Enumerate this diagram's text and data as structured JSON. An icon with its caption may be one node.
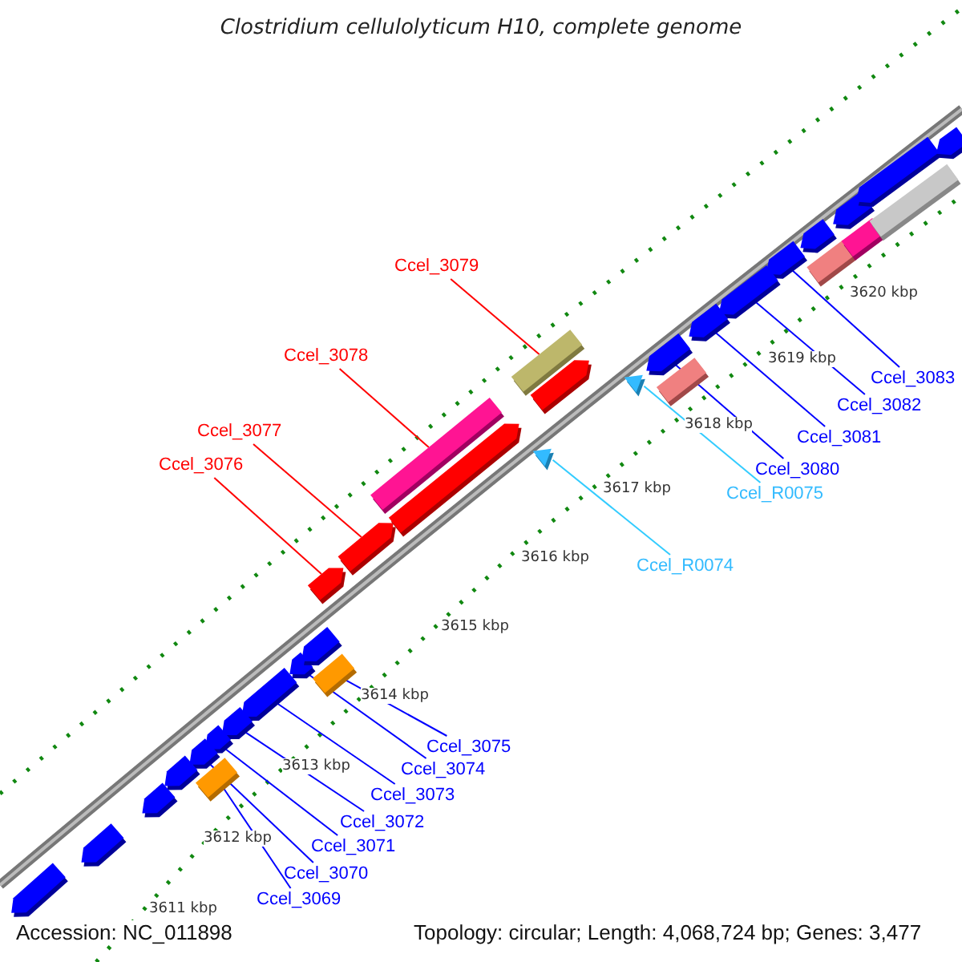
{
  "diagram": {
    "title": "Clostridium cellulolyticum H10, complete genome",
    "nodes": [
      {
        "text": [
          "Ccel_3079"
        ]
      },
      {
        "text": [
          "Ccel_3078"
        ]
      },
      {
        "text": [
          "Ccel_3077"
        ]
      },
      {
        "text": [
          "Ccel_3076"
        ]
      },
      {
        "text": [],
        "shape": "bar"
      },
      {
        "text": [],
        "shape": "bar"
      },
      {
        "text": [],
        "shape": "bar"
      },
      {
        "text": [],
        "shape": "bar"
      },
      {
        "text": [
          "Ccel_3083"
        ]
      },
      {
        "text": [
          "Ccel_3082"
        ]
      },
      {
        "text": [
          "Ccel_3081"
        ]
      },
      {
        "text": [
          "Ccel_3080"
        ]
      },
      {
        "text": [
          "Ccel_R0075"
        ]
      },
      {
        "text": [
          "Ccel_R0074"
        ]
      },
      {
        "text": [],
        "shape": "bar"
      },
      {
        "text": [],
        "shape": "bar"
      },
      {
        "text": [],
        "shape": "bar"
      },
      {
        "text": [],
        "shape": "bar"
      },
      {
        "text": [],
        "shape": "triangle"
      },
      {
        "text": [],
        "shape": "triangle"
      },
      {
        "text": [
          "Ccel_3075"
        ]
      },
      {
        "text": [
          "Ccel_3074"
        ]
      },
      {
        "text": [
          "Ccel_3073"
        ]
      },
      {
        "text": [
          "Ccel_3072"
        ]
      },
      {
        "text": [
          "Ccel_3071"
        ]
      },
      {
        "text": [
          "Ccel_3070"
        ]
      },
      {
        "text": [
          "Ccel_3069"
        ]
      },
      {
        "text": [],
        "shape": "bar"
      },
      {
        "text": [],
        "shape": "bar"
      },
      {
        "text": [],
        "shape": "bar"
      },
      {
        "text": [],
        "shape": "bar"
      },
      {
        "text": [],
        "shape": "bar"
      },
      {
        "text": [],
        "shape": "bar"
      },
      {
        "text": [],
        "shape": "bar"
      },
      {
        "text": [],
        "shape": "bar"
      },
      {
        "text": [],
        "shape": "bar"
      },
      {
        "text": [],
        "shape": "bar"
      },
      {
        "text": [],
        "shape": "bar"
      },
      {
        "text": [],
        "shape": "bar"
      },
      {
        "text": [],
        "shape": "bar"
      },
      {
        "text": [],
        "shape": "bar"
      },
      {
        "text": [],
        "shape": "bar"
      },
      {
        "text": [],
        "shape": "bar"
      },
      {
        "text": [],
        "shape": "bar"
      },
      {
        "text": [],
        "shape": "bar"
      },
      {
        "text": [],
        "shape": "bar"
      },
      {
        "text": [],
        "shape": "bar"
      },
      {
        "text": [],
        "shape": "bar"
      },
      {
        "text": [],
        "shape": "bar"
      }
    ],
    "edges": [
      {
        "from": 0,
        "to": 4,
        "arrow": "none",
        "color": "#ff0000"
      },
      {
        "from": 1,
        "to": 5,
        "arrow": "none",
        "color": "#ff0000"
      },
      {
        "from": 2,
        "to": 6,
        "arrow": "none",
        "color": "#ff0000"
      },
      {
        "from": 3,
        "to": 7,
        "arrow": "none",
        "color": "#ff0000"
      },
      {
        "from": 8,
        "to": 14,
        "arrow": "none"
      },
      {
        "from": 9,
        "to": 15,
        "arrow": "none"
      },
      {
        "from": 10,
        "to": 16,
        "arrow": "none"
      },
      {
        "from": 11,
        "to": 17,
        "arrow": "none"
      },
      {
        "from": 12,
        "to": 18,
        "arrow": "none",
        "color": "#33ccff"
      },
      {
        "from": 13,
        "to": 19,
        "arrow": "none",
        "color": "#33ccff"
      },
      {
        "from": 20,
        "to": 27,
        "arrow": "none"
      },
      {
        "from": 21,
        "to": 28,
        "arrow": "none"
      },
      {
        "from": 22,
        "to": 29,
        "arrow": "none"
      },
      {
        "from": 23,
        "to": 30,
        "arrow": "none"
      },
      {
        "from": 24,
        "to": 31,
        "arrow": "none"
      },
      {
        "from": 25,
        "to": 32,
        "arrow": "none"
      },
      {
        "from": 26,
        "to": 33,
        "arrow": "none"
      }
    ],
    "labels": [
      "3620 kbp",
      "3619 kbp",
      "3618 kbp",
      "3617 kbp",
      "3616 kbp",
      "3615 kbp",
      "3614 kbp",
      "3613 kbp",
      "3612 kbp",
      "3611 kbp",
      "Accession: NC_011898",
      "Topology: circular; Length: 4,068,724 bp; Genes: 3,477"
    ]
  }
}
